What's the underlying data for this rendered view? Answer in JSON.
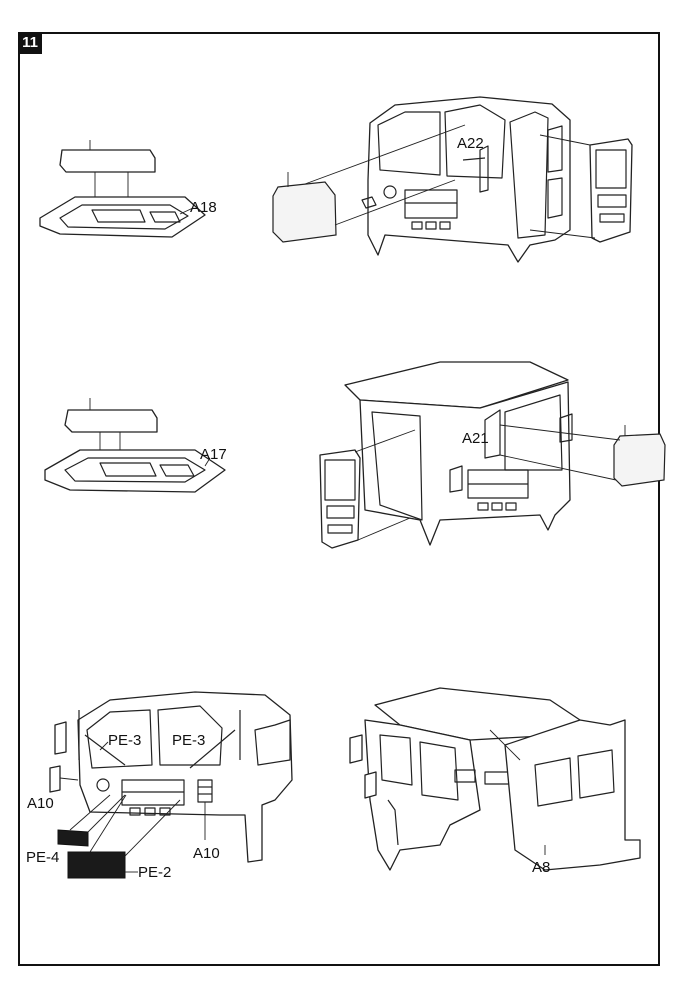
{
  "step": {
    "number": "11"
  },
  "parts": {
    "a18": "A18",
    "a22": "A22",
    "a17": "A17",
    "a21": "A21",
    "pe3_left": "PE-3",
    "pe3_right": "PE-3",
    "a10_left": "A10",
    "a10_right": "A10",
    "pe4": "PE-4",
    "pe2": "PE-2",
    "a8": "A8"
  }
}
